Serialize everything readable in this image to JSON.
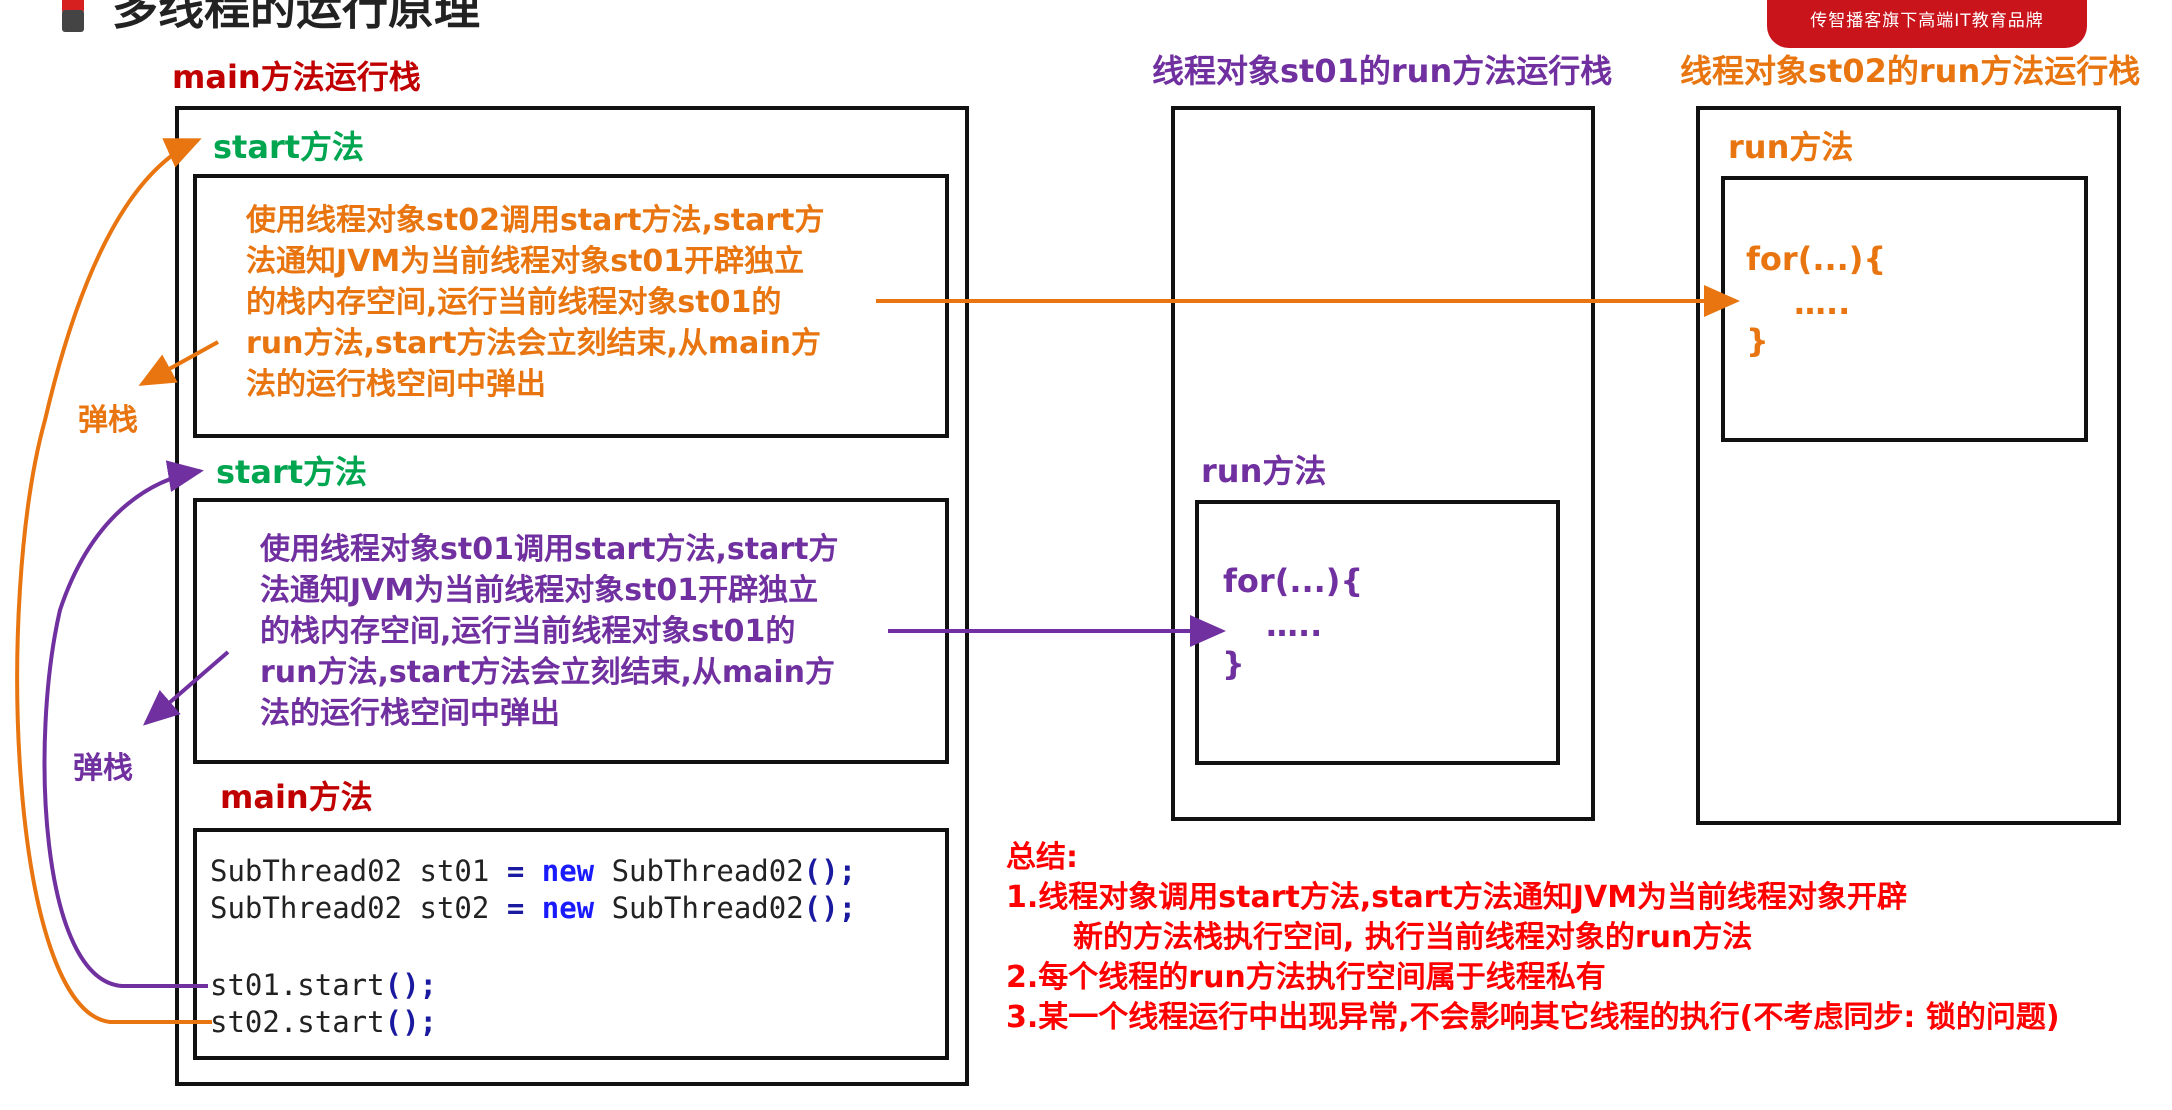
{
  "page": {
    "title": "多线程的运行原理",
    "brand_badge": "传智播客旗下高端IT教育品牌"
  },
  "colors": {
    "orange": "#E8750F",
    "purple": "#7030A0",
    "green": "#00A550",
    "darkred": "#C00000",
    "red": "#FF0000",
    "keyword_blue": "#1A1AFF"
  },
  "main_stack": {
    "title": "main方法运行栈",
    "start_label_1": "start方法",
    "start_desc_1": "使用线程对象st02调用start方法,start方\n法通知JVM为当前线程对象st01开辟独立\n的栈内存空间,运行当前线程对象st01的\nrun方法,start方法会立刻结束,从main方\n法的运行栈空间中弹出",
    "pop_label_1": "弹栈",
    "start_label_2": "start方法",
    "start_desc_2": "使用线程对象st01调用start方法,start方\n法通知JVM为当前线程对象st01开辟独立\n的栈内存空间,运行当前线程对象st01的\nrun方法,start方法会立刻结束,从main方\n法的运行栈空间中弹出",
    "pop_label_2": "弹栈",
    "main_label": "main方法",
    "code": {
      "l1_a": "SubThread02 st01 ",
      "l1_eq": "=",
      "l1_new": "new",
      "l1_b": " SubThread02",
      "l1_p": "();",
      "l2_a": "SubThread02 st02 ",
      "l2_eq": "=",
      "l2_new": "new",
      "l2_b": " SubThread02",
      "l2_p": "();",
      "l3_a": "st01.start",
      "l3_p": "();",
      "l4_a": "st02.start",
      "l4_p": "();"
    }
  },
  "st01_stack": {
    "title": "线程对象st01的run方法运行栈",
    "run_label": "run方法",
    "code_line1": "for(...){",
    "code_line2": "…..",
    "code_line3": "}"
  },
  "st02_stack": {
    "title": "线程对象st02的run方法运行栈",
    "run_label": "run方法",
    "code_line1": "for(...){",
    "code_line2": "…..",
    "code_line3": "}"
  },
  "summary": {
    "heading": "总结:",
    "item1_line1": "1.线程对象调用start方法,start方法通知JVM为当前线程对象开辟",
    "item1_line2": "新的方法栈执行空间, 执行当前线程对象的run方法",
    "item2": "2.每个线程的run方法执行空间属于线程私有",
    "item3": "3.某一个线程运行中出现异常,不会影响其它线程的执行(不考虑同步: 锁的问题)"
  }
}
